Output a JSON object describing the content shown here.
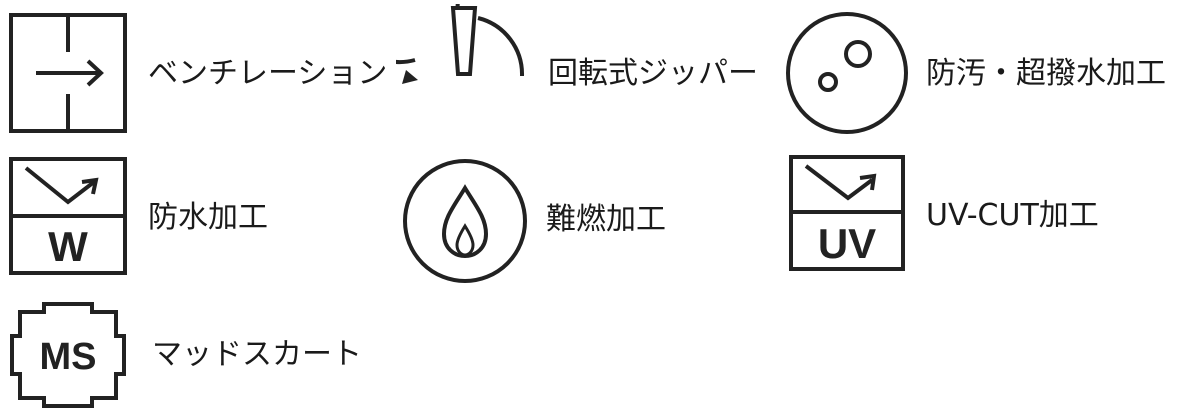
{
  "features": {
    "ventilation": {
      "label": "ベンチレーション",
      "icon": "ventilation-icon"
    },
    "rotating_zipper": {
      "label": "回転式ジッパー",
      "icon": "rotating-zipper-icon"
    },
    "stain_repellent": {
      "label": "防汚・超撥水加工",
      "icon": "stain-repellent-icon"
    },
    "waterproof": {
      "label": "防水加工",
      "icon": "waterproof-icon",
      "icon_text": "W"
    },
    "flame_retardant": {
      "label": "難燃加工",
      "icon": "flame-icon"
    },
    "uv_cut": {
      "label": "UV-CUT加工",
      "icon": "uv-cut-icon",
      "icon_text": "UV"
    },
    "mud_skirt": {
      "label": "マッドスカート",
      "icon": "mud-skirt-icon",
      "icon_text": "MS"
    }
  },
  "colors": {
    "icon_stroke": "#222222",
    "text": "#1a1a1a",
    "background": "#ffffff"
  }
}
